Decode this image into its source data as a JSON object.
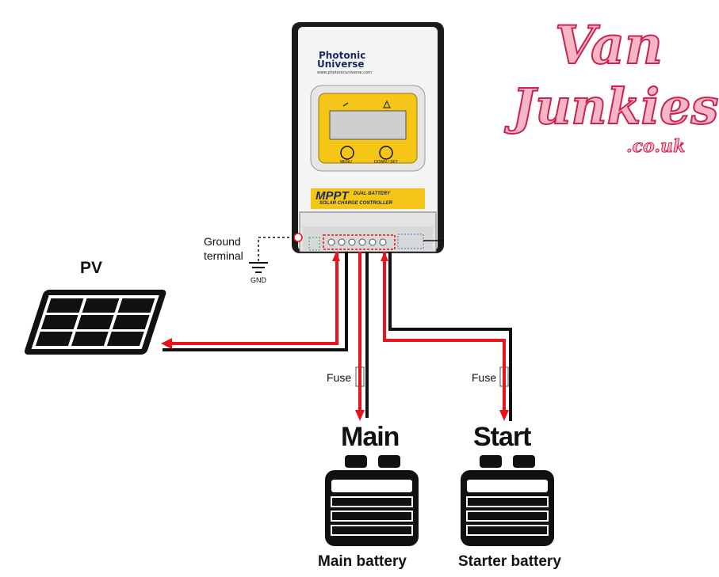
{
  "controller": {
    "brand_line1": "Photonic",
    "brand_line2": "Universe",
    "website": "www.photonicuniverse.com",
    "button_menu": "MENU",
    "button_down_set": "DOWN / SET",
    "product_title": "MPPT",
    "product_sub1": "DUAL BATTERY",
    "product_sub2": "SOLAR CHARGE CONTROLLER",
    "body_color": "#f2f2f2",
    "display_color": "#f5c518"
  },
  "labels": {
    "ground_line1": "Ground",
    "ground_line2": "terminal",
    "gnd": "GND",
    "pv": "PV",
    "fuse_main": "Fuse",
    "fuse_start": "Fuse",
    "main_title": "Main",
    "start_title": "Start",
    "main_caption": "Main battery",
    "start_caption": "Starter battery"
  },
  "logo": {
    "line1": "Van",
    "line2": "Junkies",
    "line3": ".co.uk",
    "fill_color": "#f7b6c6",
    "outline_color": "#c8244f"
  },
  "wires": {
    "positive_color": "#e8141b",
    "negative_color": "#111111"
  }
}
